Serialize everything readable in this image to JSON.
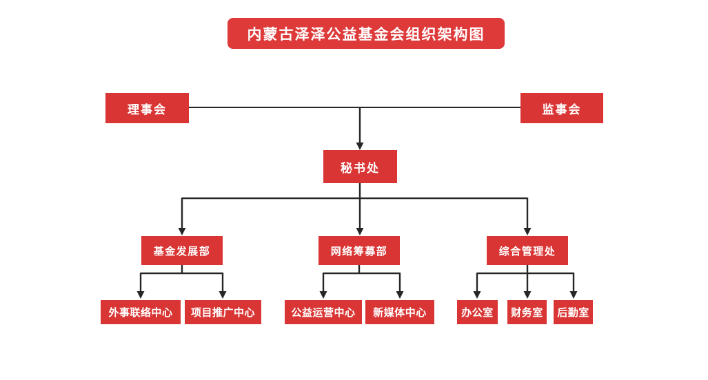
{
  "title": "内蒙古泽泽公益基金会组织架构图",
  "colors": {
    "title_bg": "#DE3A3A",
    "node_bg": "#D93534",
    "node_text": "#FFFFFF",
    "line": "#262626",
    "background": "#FFFFFF"
  },
  "org": {
    "governance": [
      {
        "label": "理事会"
      },
      {
        "label": "监事会"
      }
    ],
    "secretariat": {
      "label": "秘书处"
    },
    "departments": [
      {
        "label": "基金发展部",
        "children": [
          {
            "label": "外事联络中心"
          },
          {
            "label": "项目推广中心"
          }
        ]
      },
      {
        "label": "网络筹募部",
        "children": [
          {
            "label": "公益运营中心"
          },
          {
            "label": "新媒体中心"
          }
        ]
      },
      {
        "label": "综合管理处",
        "children": [
          {
            "label": "办公室"
          },
          {
            "label": "财务室"
          },
          {
            "label": "后勤室"
          }
        ]
      }
    ]
  }
}
